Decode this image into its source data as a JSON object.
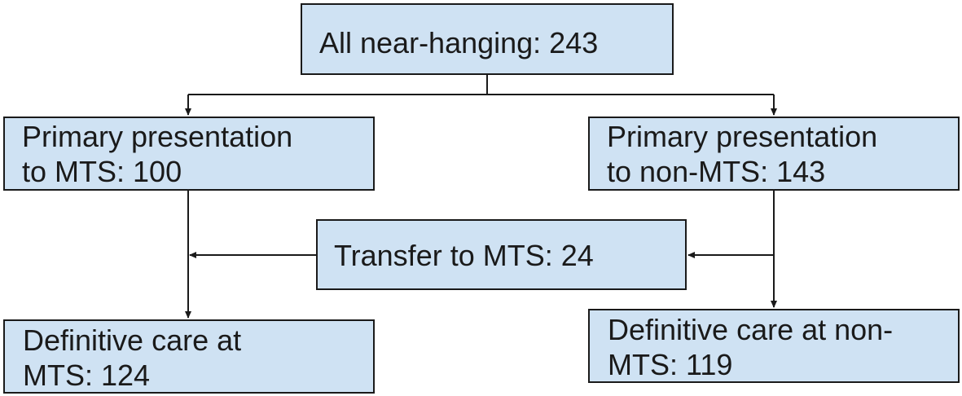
{
  "nodes": {
    "root": {
      "label": "All near-hanging: 243"
    },
    "mts": {
      "line1": "Primary presentation",
      "line2": "to MTS: 100"
    },
    "non_mts": {
      "line1": "Primary presentation",
      "line2": "to non-MTS: 143"
    },
    "transfer": {
      "label": "Transfer to MTS: 24"
    },
    "definitive_mts": {
      "line1": "Definitive care at",
      "line2": "MTS: 124"
    },
    "definitive_non_mts": {
      "line1": "Definitive care at non-",
      "line2": "MTS: 119"
    }
  },
  "edges": [
    {
      "from": "root",
      "to": "mts"
    },
    {
      "from": "root",
      "to": "non_mts"
    },
    {
      "from": "mts",
      "to": "definitive_mts"
    },
    {
      "from": "non_mts",
      "to": "definitive_non_mts"
    },
    {
      "from": "non_mts",
      "to": "transfer"
    },
    {
      "from": "transfer",
      "to": "mts-branch"
    }
  ],
  "colors": {
    "box_fill": "#cfe2f3",
    "box_border": "#1a1a1a",
    "arrow": "#1a1a1a"
  }
}
